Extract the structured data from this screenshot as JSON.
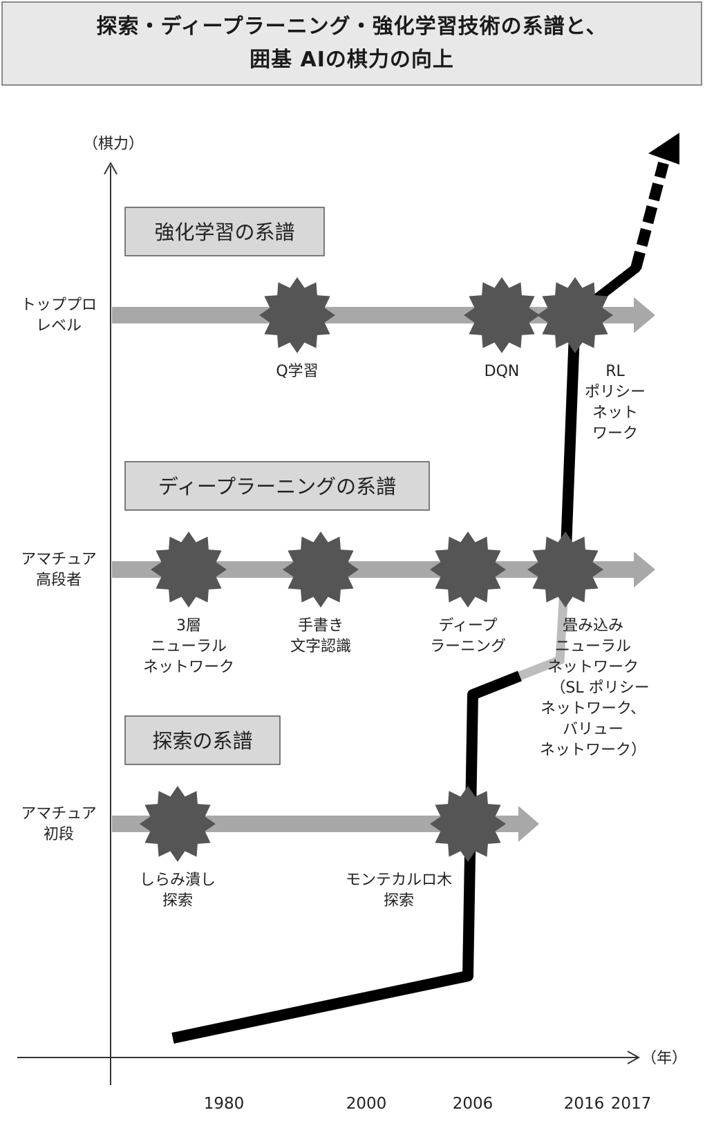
{
  "title": {
    "line1": "探索・ディープラーニング・強化学習技術の系譜と、",
    "line2": "囲基 AIの棋力の向上"
  },
  "axes": {
    "y_label": "（棋力）",
    "x_label": "（年）"
  },
  "levels": {
    "top": [
      "トッププロ",
      "レベル"
    ],
    "mid": [
      "アマチュア",
      "高段者"
    ],
    "low": [
      "アマチュア",
      "初段"
    ]
  },
  "sections": {
    "rl": "強化学習の系譜",
    "dl": "ディープラーニングの系譜",
    "search": "探索の系譜"
  },
  "milestones": {
    "rl": [
      [
        "Q学習"
      ],
      [
        "DQN"
      ],
      [
        "RL",
        "ポリシー",
        "ネット",
        "ワーク"
      ]
    ],
    "dl": [
      [
        "3層",
        "ニューラル",
        "ネットワーク"
      ],
      [
        "手書き",
        "文字認識"
      ],
      [
        "ディープ",
        "ラーニング"
      ],
      [
        "畳み込み",
        "ニューラル",
        "ネットワーク",
        "（SL ポリシー",
        "ネットワーク、",
        "バリュー",
        "ネットワーク）"
      ]
    ],
    "search": [
      [
        "しらみ潰し",
        "探索"
      ],
      [
        "モンテカルロ木",
        "探索"
      ]
    ]
  },
  "years": [
    "1980",
    "2000",
    "2006",
    "2016",
    "2017"
  ],
  "colors": {
    "arrow": "#a8a8a8",
    "burst": "#555555",
    "strength_line": "#000000",
    "section_box": "#d8d8d8"
  }
}
